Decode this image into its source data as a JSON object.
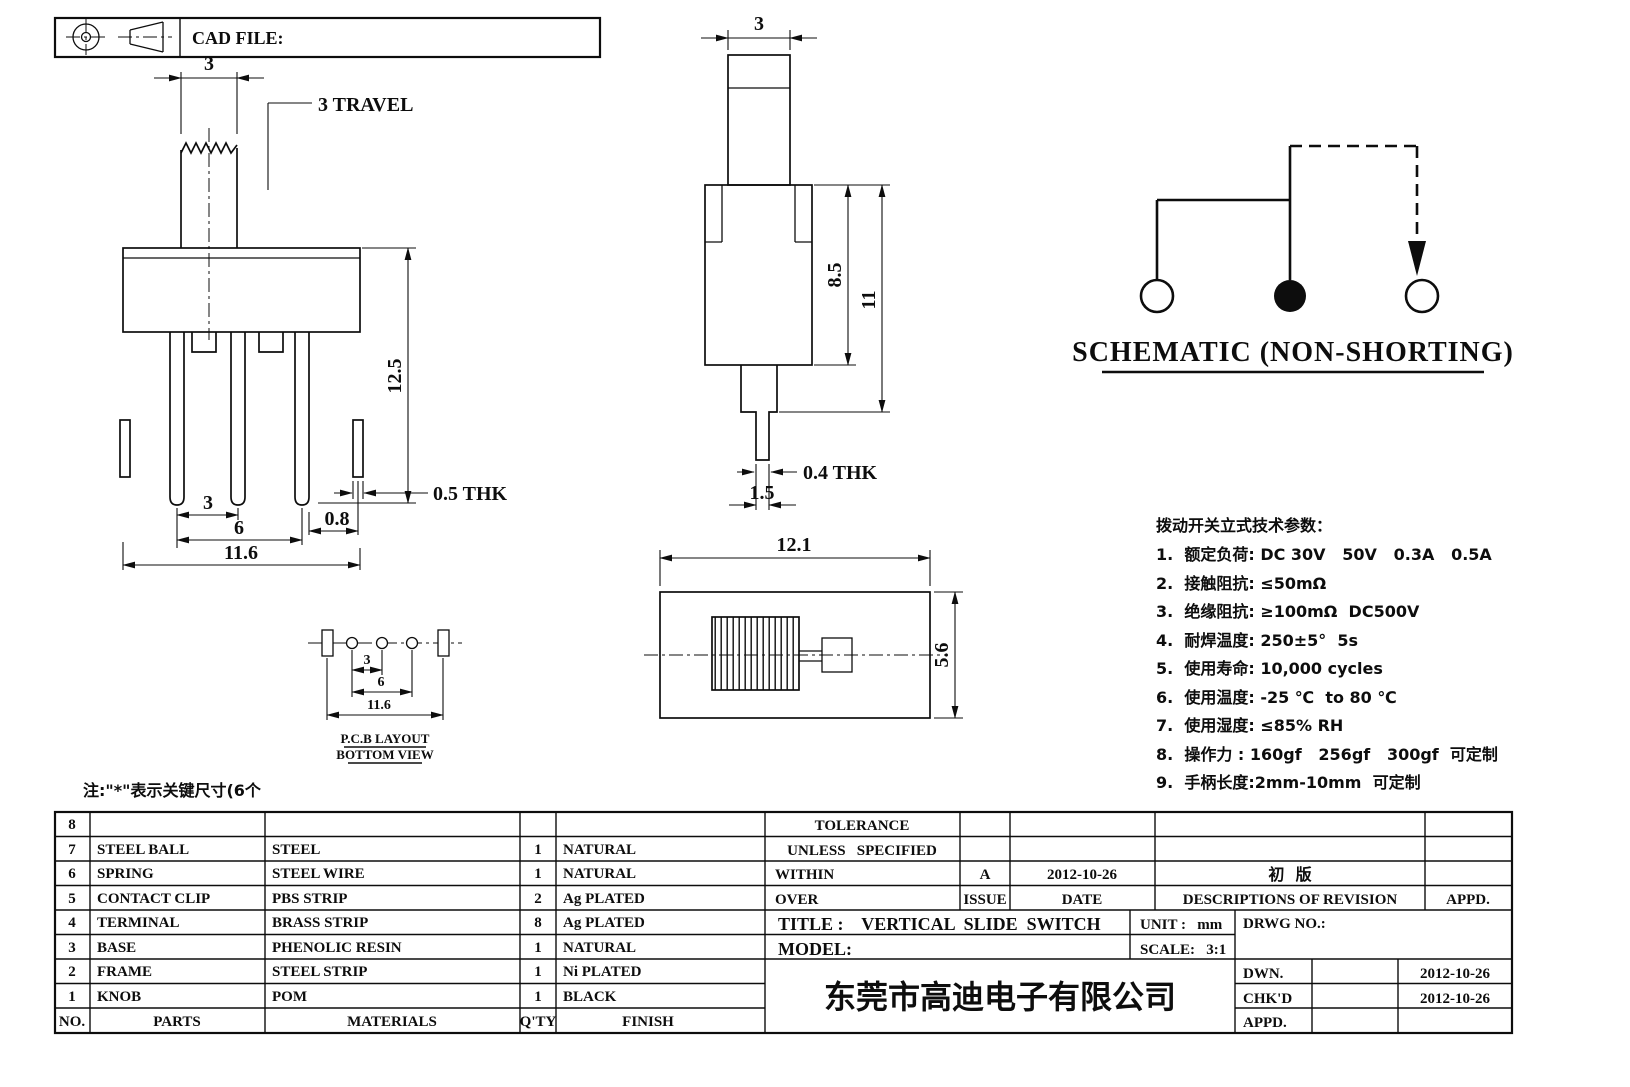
{
  "header": {
    "cad_file": "CAD FILE:"
  },
  "front_view": {
    "dim_knob_width": "3",
    "travel": "3 TRAVEL",
    "dim_height": "12.5",
    "thk": "0.5 THK",
    "dim_pitch": "3",
    "dim_span": "6",
    "dim_leg": "0.8",
    "dim_width": "11.6"
  },
  "side_view": {
    "dim_knob": "3",
    "dim_body": "8.5",
    "dim_total": "11",
    "thk": "0.4 THK",
    "dim_pin": "1.5"
  },
  "bottom_view": {
    "dim_width": "12.1",
    "dim_depth": "5.6"
  },
  "pcb": {
    "dim_pitch": "3",
    "dim_span": "6",
    "dim_width": "11.6",
    "label1": "P.C.B LAYOUT",
    "label2": "BOTTOM VIEW"
  },
  "note": "注:\"*\"表示关键尺寸(6个",
  "schematic": {
    "label": "SCHEMATIC (NON-SHORTING)"
  },
  "specs": {
    "title": "拨动开关立式技术参数：",
    "items": [
      "1.  额定负荷: DC 30V   50V   0.3A   0.5A",
      "2.  接触阻抗: ≤50mΩ",
      "3.  绝缘阻抗: ≥100mΩ  DC500V",
      "4.  耐焊温度: 250±5°  5s",
      "5.  使用寿命: 10,000 cycles",
      "6.  使用温度: -25 ℃  to 80 ℃",
      "7.  使用湿度: ≤85% RH",
      "8.  操作力 : 160gf   256gf   300gf  可定制",
      "9.  手柄长度:2mm-10mm  可定制"
    ]
  },
  "table": {
    "headers": {
      "no": "NO.",
      "parts": "PARTS",
      "materials": "MATERIALS",
      "qty": "Q'TY",
      "finish": "FINISH"
    },
    "rows": [
      {
        "no": "8",
        "parts": "",
        "materials": "",
        "qty": "",
        "finish": ""
      },
      {
        "no": "7",
        "parts": "STEEL BALL",
        "materials": "STEEL",
        "qty": "1",
        "finish": "NATURAL"
      },
      {
        "no": "6",
        "parts": "SPRING",
        "materials": "STEEL WIRE",
        "qty": "1",
        "finish": "NATURAL"
      },
      {
        "no": "5",
        "parts": "CONTACT CLIP",
        "materials": "PBS STRIP",
        "qty": "2",
        "finish": "Ag PLATED"
      },
      {
        "no": "4",
        "parts": "TERMINAL",
        "materials": "BRASS STRIP",
        "qty": "8",
        "finish": "Ag PLATED"
      },
      {
        "no": "3",
        "parts": "BASE",
        "materials": "PHENOLIC RESIN",
        "qty": "1",
        "finish": "NATURAL"
      },
      {
        "no": "2",
        "parts": "FRAME",
        "materials": "STEEL STRIP",
        "qty": "1",
        "finish": "Ni PLATED"
      },
      {
        "no": "1",
        "parts": "KNOB",
        "materials": "POM",
        "qty": "1",
        "finish": "BLACK"
      }
    ]
  },
  "title_block": {
    "tolerance1": "TOLERANCE",
    "tolerance2": "UNLESS   SPECIFIED",
    "within": "WITHIN",
    "over": "OVER",
    "rev_issue": "A",
    "rev_date": "2012-10-26",
    "rev_desc": "初  版",
    "issue": "ISSUE",
    "date": "DATE",
    "descriptions": "DESCRIPTIONS OF REVISION",
    "appd": "APPD.",
    "title": "TITLE :    VERTICAL  SLIDE  SWITCH",
    "unit": "UNIT :   mm",
    "drwg_no": "DRWG NO.:",
    "model": "MODEL:",
    "scale": "SCALE:   3:1",
    "company": "东莞市高迪电子有限公司",
    "dwn": "DWN.",
    "dwn_date": "2012-10-26",
    "chkd": "CHK'D",
    "chkd_date": "2012-10-26",
    "appd2": "APPD."
  }
}
